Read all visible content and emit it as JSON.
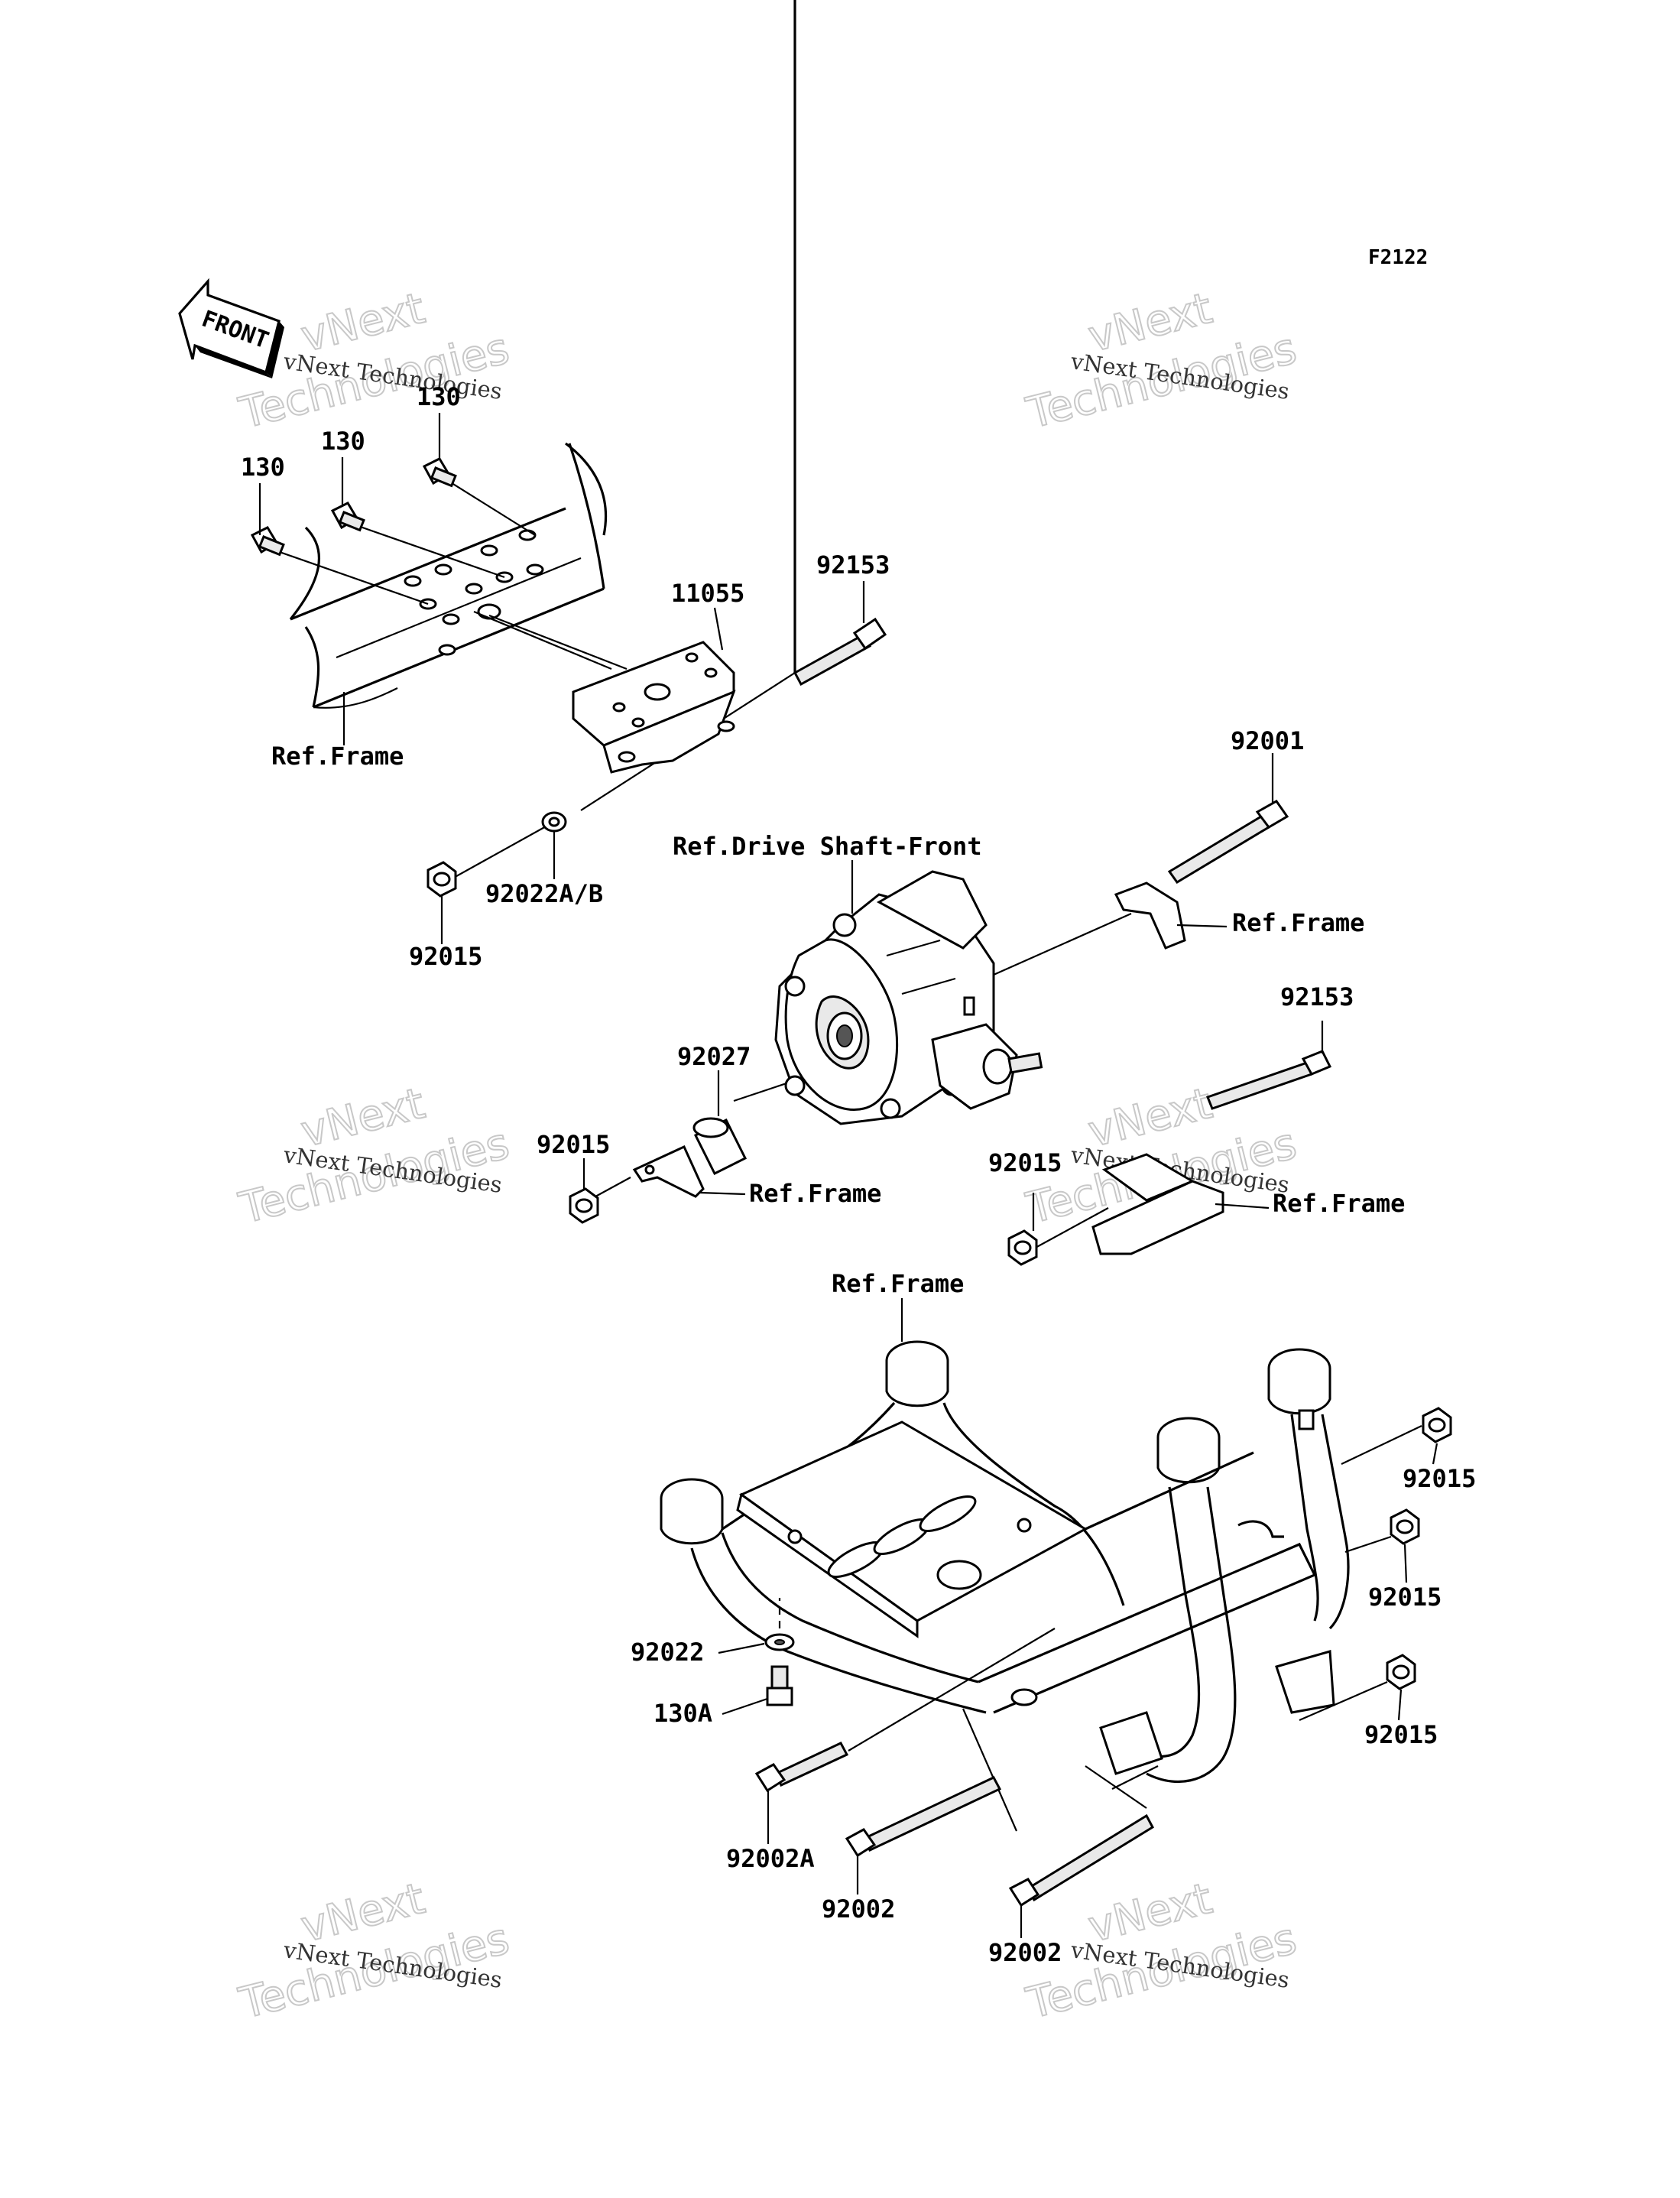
{
  "diagram_code": "F2122",
  "front_arrow": {
    "text": "FRONT"
  },
  "watermark": {
    "line1": "vNext",
    "line2": "Technologies",
    "small": "vNext Technologies"
  },
  "parts": {
    "bolt_130_a": "130",
    "bolt_130_b": "130",
    "bolt_130_c": "130",
    "bracket_11055": "11055",
    "bolt_92153_top": "92153",
    "bolt_92001": "92001",
    "washer_92022ab": "92022A/B",
    "nut_92015_a": "92015",
    "collar_92027": "92027",
    "nut_92015_b": "92015",
    "nut_92015_c": "92015",
    "bolt_92153_mid": "92153",
    "nut_92015_d": "92015",
    "nut_92015_e": "92015",
    "nut_92015_f": "92015",
    "washer_92022": "92022",
    "bolt_130a": "130A",
    "bolt_92002a": "92002A",
    "bolt_92002_a": "92002",
    "bolt_92002_b": "92002"
  },
  "references": {
    "frame_top": "Ref.Frame",
    "drive_shaft": "Ref.Drive Shaft-Front",
    "frame_right": "Ref.Frame",
    "frame_mid_left": "Ref.Frame",
    "frame_mid_right": "Ref.Frame",
    "frame_bottom": "Ref.Frame"
  }
}
